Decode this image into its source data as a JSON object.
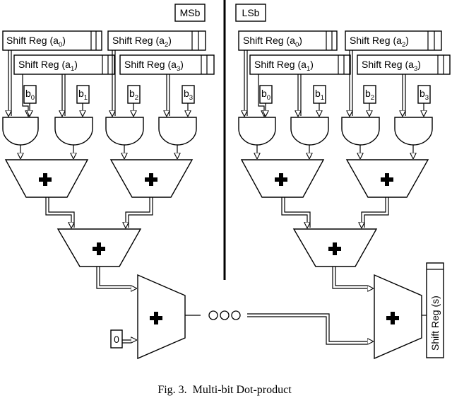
{
  "labels": {
    "msb": "MSb",
    "lsb": "LSb",
    "shift_reg_prefix": "Shift Reg (",
    "shift_reg_suffix": ")",
    "a_letter": "a",
    "b_letter": "b",
    "indices": [
      "0",
      "1",
      "2",
      "3"
    ],
    "shift_reg_s": "Shift Reg (s)",
    "zero_input": "0"
  },
  "caption": "Fig. 3.  Multi-bit Dot-product"
}
